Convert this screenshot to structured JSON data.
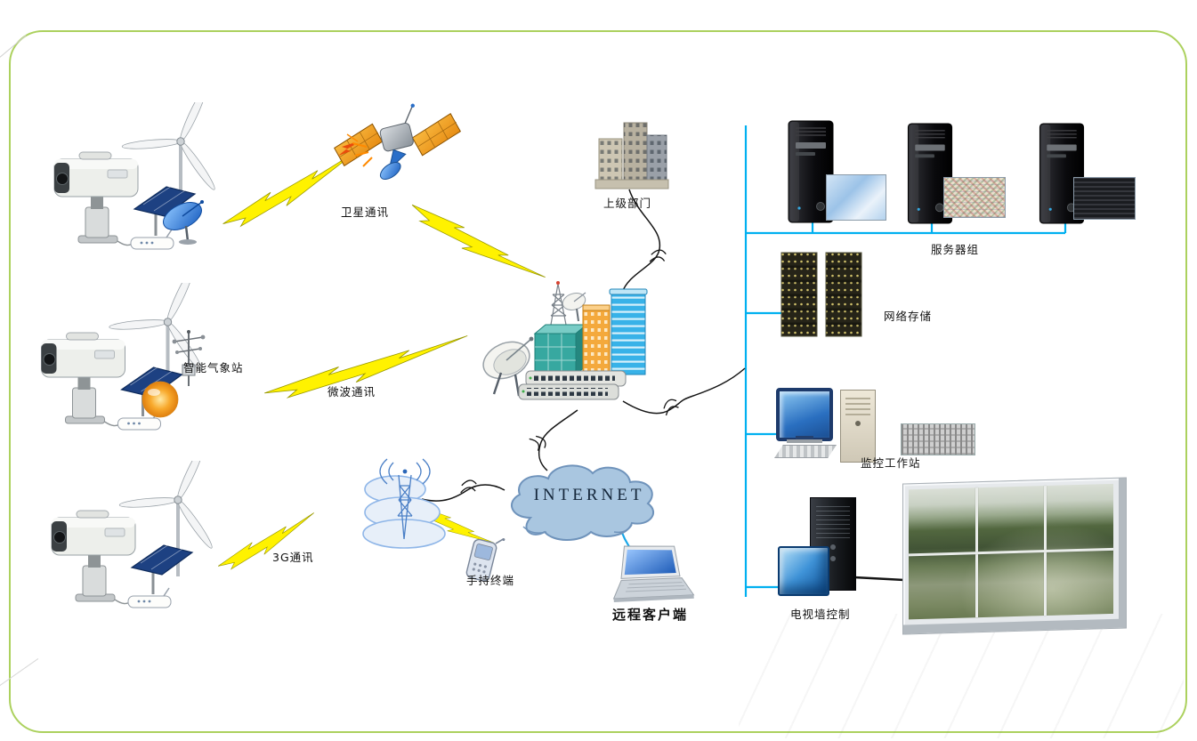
{
  "diagram": {
    "type": "network-topology",
    "labels": {
      "satellite_comm": "卫星通讯",
      "superior_department": "上级部门",
      "weather_station": "智能气象站",
      "microwave_comm": "微波通讯",
      "g3_comm": "3G通讯",
      "handheld_terminal": "手持终端",
      "internet": "INTERNET",
      "remote_client": "远程客户端",
      "server_group": "服务器组",
      "network_storage": "网络存储",
      "monitoring_workstation": "监控工作站",
      "tv_wall_control": "电视墙控制"
    },
    "colors": {
      "frame_border": "#acd15e",
      "lightning": "#fff200",
      "link_cyan": "#00b0f0",
      "cloud_fill": "#a9c6e0",
      "cloud_stroke": "#6f93bb"
    },
    "icons": {
      "camera-station": "PTZ camera with wind turbine, solar panel and router",
      "satellite": "communications satellite with solar wings",
      "city-core": "control center buildings, dishes and network switches",
      "internet-cloud": "cloud shape",
      "wireless-tower": "radio base station in clouds",
      "handheld": "handheld terminal phone",
      "laptop": "remote client laptop",
      "server": "black tower server",
      "storage": "network storage rack",
      "workstation": "CRT monitor with keyboard and tower PC",
      "tv-wall": "2x3 video wall with landscape footage",
      "control-cabinet": "TV wall controller cabinet and monitor"
    }
  }
}
